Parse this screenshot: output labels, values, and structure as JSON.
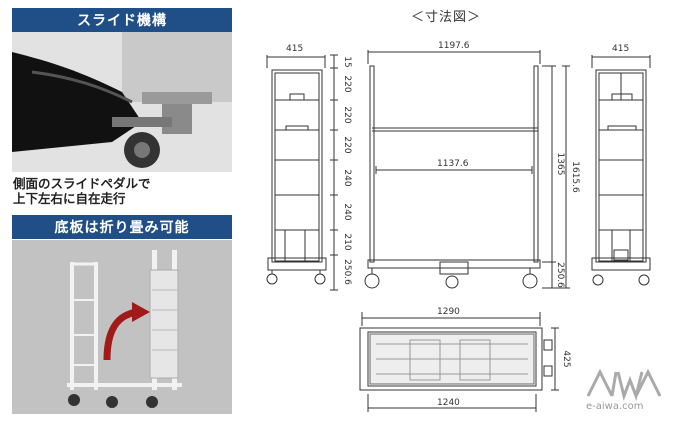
{
  "slide": {
    "banner": "スライド機構",
    "caption_line1": "側面のスライドペダルで",
    "caption_line2": "上下左右に自在走行"
  },
  "fold": {
    "banner": "底板は折り畳み可能"
  },
  "drawing": {
    "title": "＜寸法図＞",
    "dims": {
      "side_width": "415",
      "front_width": "1197.6",
      "inner_width": "1137.6",
      "rear_width": "415",
      "heights": [
        "15",
        "220",
        "220",
        "220",
        "240",
        "240",
        "210",
        "250.6"
      ],
      "front_right_height": "1365",
      "front_total_height": "1615.6",
      "front_bottom": "250.6",
      "base_length": "1290",
      "base_inner": "1240",
      "base_depth": "425"
    }
  },
  "brand": {
    "logo": "AIWA",
    "url": "e-aiwa.com"
  },
  "colors": {
    "banner": "#1f4f86",
    "line": "#333333",
    "photo_bg": "#b8b8b8"
  }
}
